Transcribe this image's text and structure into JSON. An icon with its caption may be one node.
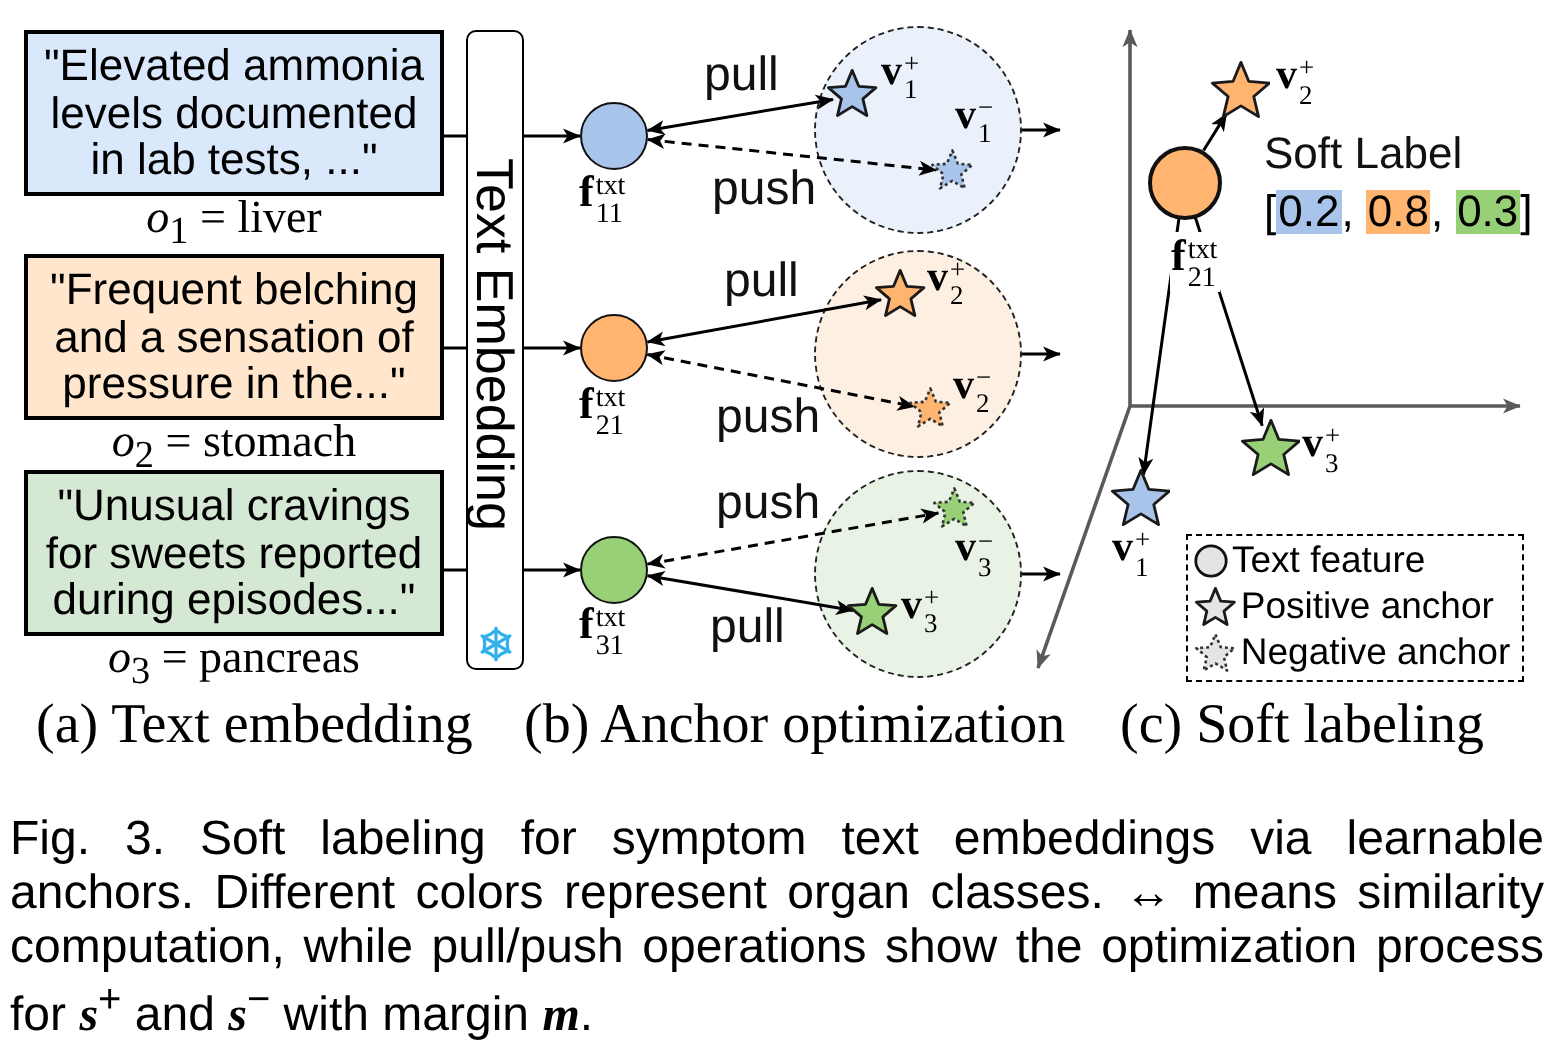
{
  "diagram": {
    "caption": "Fig. 3. Soft labeling for symptom text embeddings via learnable anchors. Different colors represent organ classes. ↔ means similarity computation, while pull/push operations show the optimization process for *s*$^{+}$ and *s*$^{−}$ with margin *m*.",
    "nodes": [
      {
        "text": [
          "\"Elevated ammonia levels documented in lab tests, ...\""
        ],
        "beside": [
          "*o*$_{1}$ = liver"
        ]
      },
      {
        "text": [
          "\"Frequent belching and a sensation of pressure in the...\""
        ],
        "beside": [
          "*o*$_{2}$ = stomach"
        ]
      },
      {
        "text": [
          "\"Unusual cravings for sweets reported during episodes...\""
        ],
        "beside": [
          "*o*$_{3}$ = pancreas"
        ]
      },
      {
        "text": [
          "Text Embedding"
        ]
      },
      {
        "text": [],
        "shape": "circle",
        "beside": [
          "**f**$^{txt}$$_{11}$"
        ]
      },
      {
        "text": [],
        "shape": "circle"
      },
      {
        "text": [],
        "shape": "star",
        "in": 5,
        "beside": [
          "**v**$^{+}$$_{1}$"
        ]
      },
      {
        "text": [],
        "shape": "star",
        "in": 5,
        "beside": [
          "**v**$^{−}$$_{1}$"
        ]
      },
      {
        "text": [],
        "shape": "circle",
        "beside": [
          "**f**$^{txt}$$_{21}$"
        ]
      },
      {
        "text": [],
        "shape": "circle"
      },
      {
        "text": [],
        "shape": "star",
        "in": 9,
        "beside": [
          "**v**$^{+}$$_{2}$"
        ]
      },
      {
        "text": [],
        "shape": "star",
        "in": 9,
        "beside": [
          "**v**$^{−}$$_{2}$"
        ]
      },
      {
        "text": [],
        "shape": "circle",
        "beside": [
          "**f**$^{txt}$$_{31}$"
        ]
      },
      {
        "text": [],
        "shape": "circle"
      },
      {
        "text": [],
        "shape": "star",
        "in": 13,
        "beside": [
          "**v**$^{−}$$_{3}$"
        ]
      },
      {
        "text": [],
        "shape": "star",
        "in": 13,
        "beside": [
          "**v**$^{+}$$_{3}$"
        ]
      },
      {
        "text": [],
        "shape": "star",
        "beside": [
          "**v**$^{+}$$_{2}$"
        ]
      },
      {
        "text": [],
        "shape": "circle",
        "beside": [
          "**f**$^{txt}$$_{21}$"
        ]
      },
      {
        "text": [],
        "shape": "star",
        "beside": [
          "**v**$^{+}$$_{3}$"
        ]
      },
      {
        "text": [],
        "shape": "star",
        "beside": [
          "**v**$^{+}$$_{1}$"
        ]
      }
    ],
    "edges": [
      {
        "from": 0,
        "to": 3,
        "arrow": "none"
      },
      {
        "from": 1,
        "to": 3,
        "arrow": "none"
      },
      {
        "from": 2,
        "to": 3,
        "arrow": "none"
      },
      {
        "from": 3,
        "to": 4,
        "arrow": "to"
      },
      {
        "from": 3,
        "to": 8,
        "arrow": "to"
      },
      {
        "from": 3,
        "to": 12,
        "arrow": "to"
      },
      {
        "from": 4,
        "to": 6,
        "arrow": "both",
        "label": "pull"
      },
      {
        "from": 4,
        "to": 7,
        "arrow": "both",
        "label": "push",
        "style": "dashed"
      },
      {
        "from": 5,
        "to": null,
        "arrow": "to"
      },
      {
        "from": 8,
        "to": 10,
        "arrow": "both",
        "label": "pull"
      },
      {
        "from": 8,
        "to": 11,
        "arrow": "both",
        "label": "push",
        "style": "dashed"
      },
      {
        "from": 9,
        "to": null,
        "arrow": "to"
      },
      {
        "from": 12,
        "to": 14,
        "arrow": "both",
        "label": "push",
        "style": "dashed"
      },
      {
        "from": 12,
        "to": 15,
        "arrow": "both",
        "label": "pull"
      },
      {
        "from": 13,
        "to": null,
        "arrow": "to"
      },
      {
        "from": 17,
        "to": 16,
        "arrow": "to"
      },
      {
        "from": 17,
        "to": 18,
        "arrow": "to"
      },
      {
        "from": 17,
        "to": 19,
        "arrow": "to"
      }
    ],
    "labels": [
      "Soft Label",
      "[",
      "0.2",
      ",",
      "0.8",
      ",",
      "0.3",
      "]",
      "(a) Text embedding",
      "(b) Anchor optimization",
      "(c) Soft labeling"
    ],
    "legend": [
      {
        "text": "Text feature"
      },
      {
        "text": "Positive anchor"
      },
      {
        "text": "Negative anchor"
      }
    ]
  }
}
